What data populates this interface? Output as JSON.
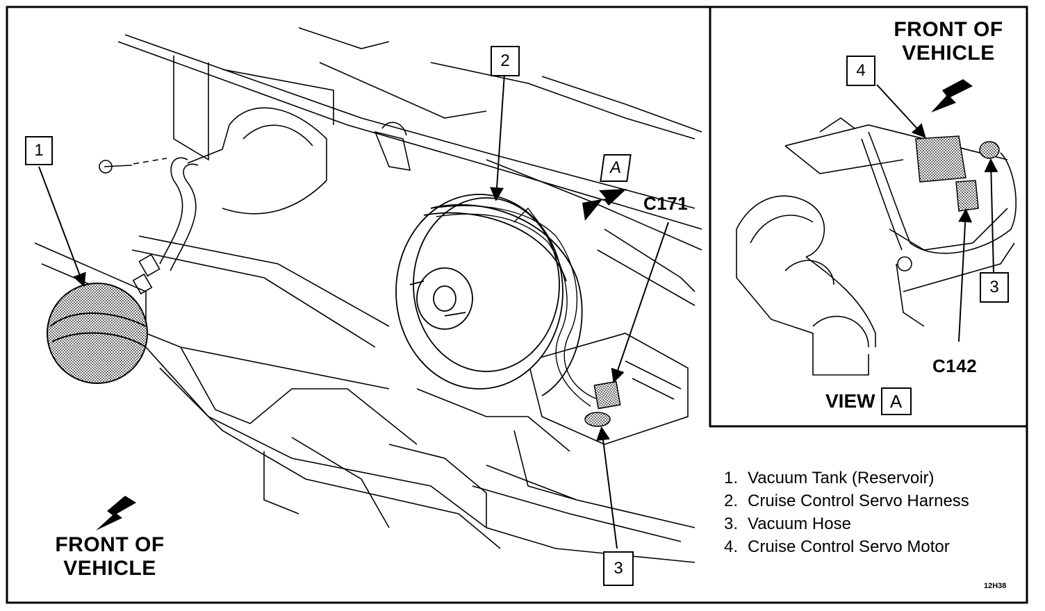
{
  "callouts": {
    "main_1": "1",
    "main_2": "2",
    "main_3": "3",
    "main_A": "A",
    "inset_4": "4",
    "inset_3": "3"
  },
  "connectors": {
    "c171": "C171",
    "c142": "C142"
  },
  "front_label_main": {
    "line1": "FRONT OF",
    "line2": "VEHICLE"
  },
  "front_label_inset": {
    "line1": "FRONT OF",
    "line2": "VEHICLE"
  },
  "view_caption": {
    "text": "VIEW",
    "box": "A"
  },
  "legend": [
    {
      "num": "1.",
      "text": "Vacuum Tank (Reservoir)"
    },
    {
      "num": "2.",
      "text": "Cruise Control Servo Harness"
    },
    {
      "num": "3.",
      "text": "Vacuum Hose"
    },
    {
      "num": "4.",
      "text": "Cruise Control Servo Motor"
    }
  ],
  "figure_id": "12H38"
}
